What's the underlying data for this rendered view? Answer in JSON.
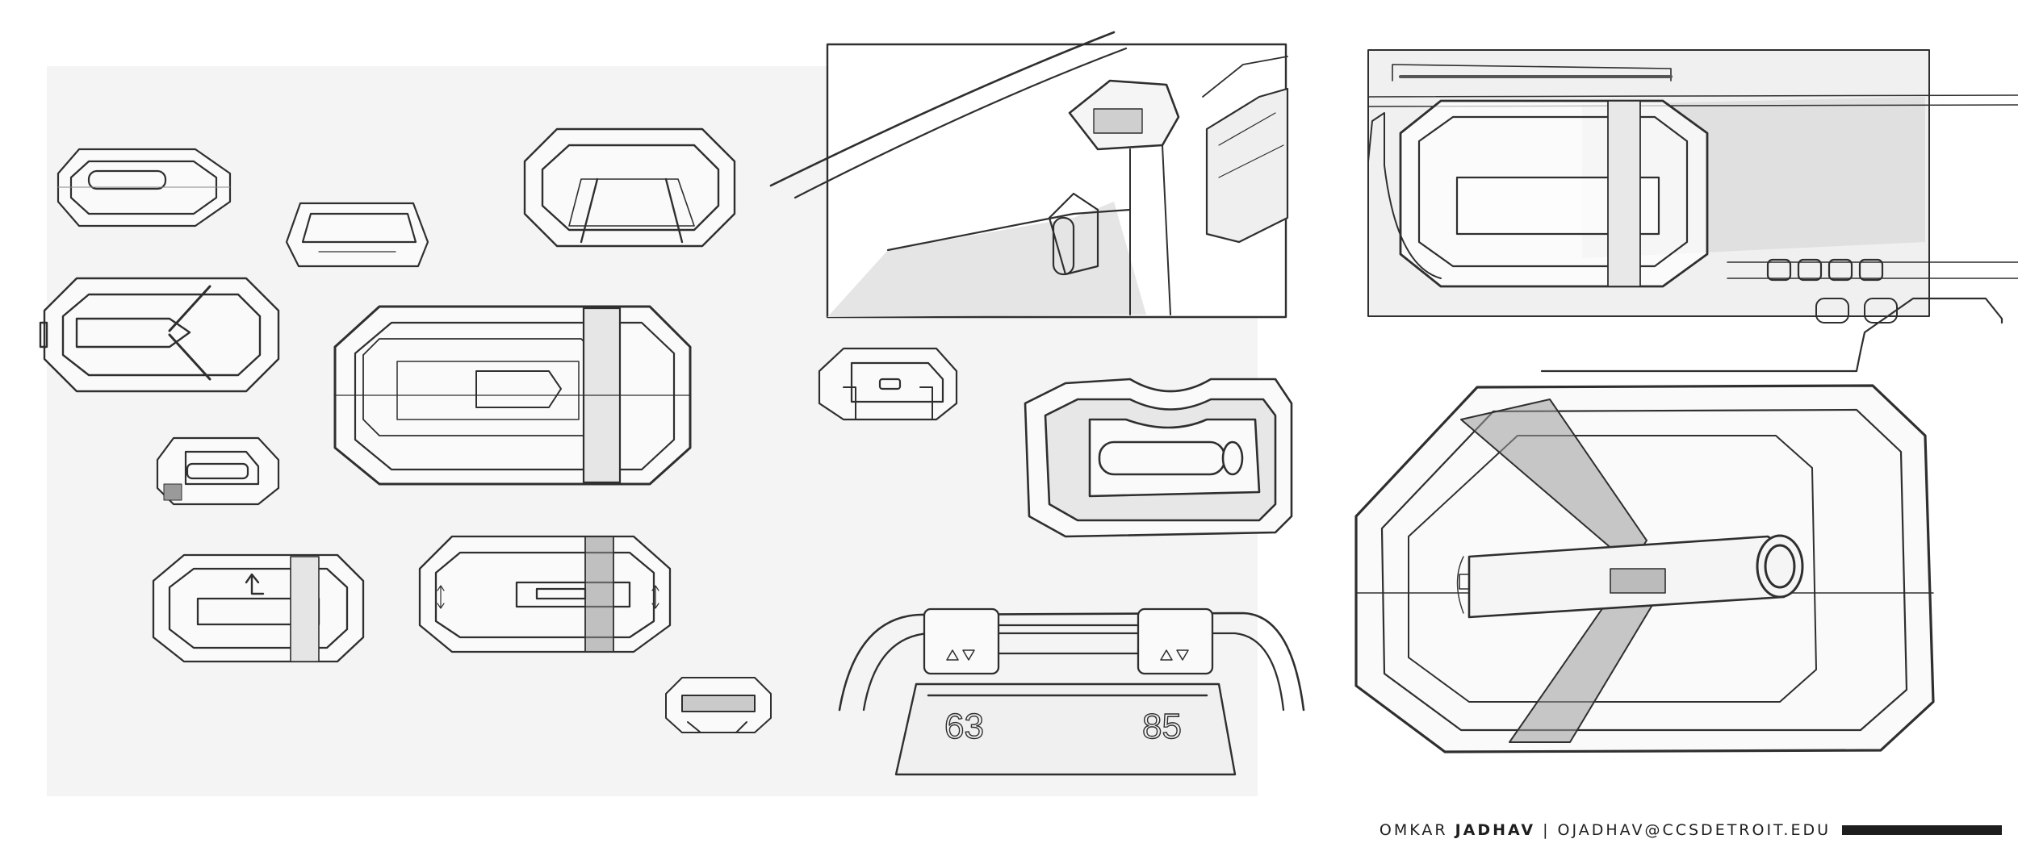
{
  "credit": {
    "first_name": "OMKAR",
    "last_name": "JADHAV",
    "separator": "|",
    "email": "OJADHAV@CCSDETROIT.EDU"
  },
  "dashboard_readouts": {
    "left": "63",
    "right": "85"
  },
  "colors": {
    "ink": "#1e1e1e",
    "sketch": "#2f2f2f",
    "panel": "#f3f3f3",
    "tint": "#e2e2e2",
    "shade": "#9a9a9a"
  },
  "icons": [
    "up-down-arrow-icon",
    "return-arrow-icon"
  ]
}
